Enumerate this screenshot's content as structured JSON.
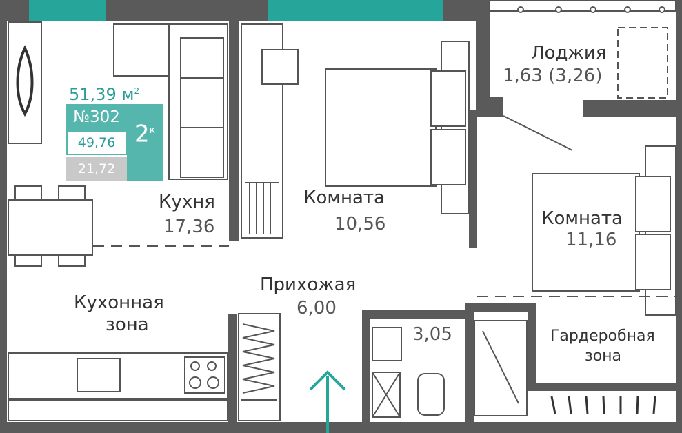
{
  "apartment": {
    "number": "№302",
    "rooms": "2",
    "rooms_suffix": "к",
    "total_area": "51,39 м",
    "total_area_suffix": "2",
    "living_area": "49,76",
    "kitchen_area": "21,72"
  },
  "rooms": {
    "kitchen": {
      "label": "Кухня",
      "area": "17,36"
    },
    "kitchen_zone": {
      "label_line1": "Кухонная",
      "label_line2": "зона"
    },
    "room1": {
      "label": "Комната",
      "area": "10,56"
    },
    "room2": {
      "label": "Комната",
      "area": "11,16"
    },
    "hallway": {
      "label": "Прихожая",
      "area": "6,00"
    },
    "loggia": {
      "label": "Лоджия",
      "area": "1,63 (3,26)"
    },
    "bathroom": {
      "area": "3,05"
    },
    "wardrobe": {
      "label_line1": "Гардеробная",
      "label_line2": "зона"
    }
  },
  "colors": {
    "wall": "#5a5a5a",
    "teal": "#2a9d96",
    "window": "#26a69a",
    "badge": "#55b6ae"
  },
  "icons": [
    "entrance-arrow-icon",
    "bed-icon",
    "sofa-icon",
    "stove-icon",
    "toilet-icon",
    "shower-icon",
    "sink-icon"
  ]
}
